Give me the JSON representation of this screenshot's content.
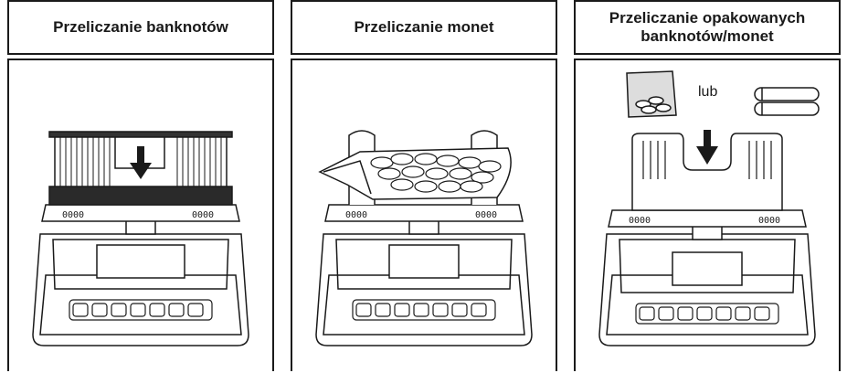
{
  "panels": [
    {
      "title": "Przeliczanie banknotów"
    },
    {
      "title": "Przeliczanie monet"
    },
    {
      "title": "Przeliczanie opakowanych banknotów/monet"
    }
  ],
  "machine": {
    "tray_label": "0000"
  },
  "packaged": {
    "or_label": "lub"
  }
}
